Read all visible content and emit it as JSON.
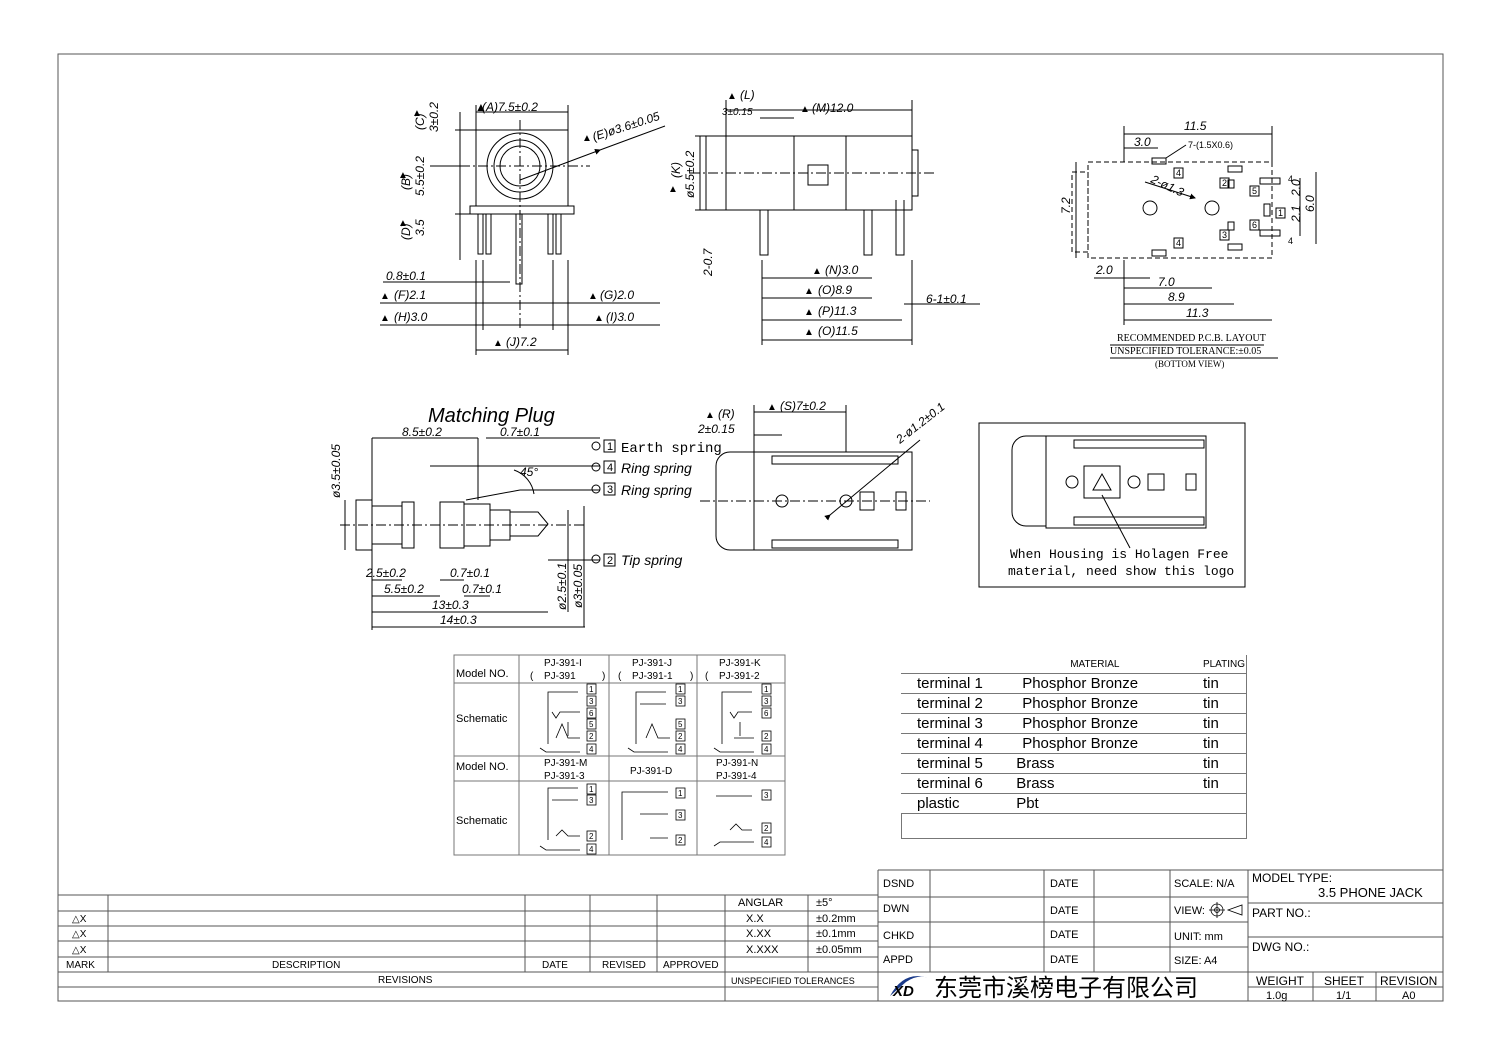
{
  "front_view": {
    "dim_a": "(A)7.5±0.2",
    "dim_c": "(C)",
    "dim_c_val": "3±0.2",
    "dim_b": "(B)",
    "dim_b_val": "5.5±0.2",
    "dim_d": "(D)",
    "dim_d_val": "3.5",
    "dim_e": "(E)ø3.6±0.05",
    "dim_08": "0.8±0.1",
    "dim_f": "(F)2.1",
    "dim_g": "(G)2.0",
    "dim_h": "(H)3.0",
    "dim_i": "(I)3.0",
    "dim_j": "(J)7.2"
  },
  "side_view": {
    "dim_l": "(L)",
    "dim_l_val": "3±0.15",
    "dim_m": "(M)12.0",
    "dim_k": "(K)",
    "dim_k_val": "ø5.5±0.2",
    "dim_207": "2-0.7",
    "dim_n": "(N)3.0",
    "dim_o": "(O)8.9",
    "dim_p": "(P)11.3",
    "dim_q": "(O)11.5",
    "dim_61": "6-1±0.1"
  },
  "pcb_layout": {
    "dim_115": "11.5",
    "dim_30": "3.0",
    "dim_holes": "7-(1.5X0.6)",
    "dim_2phi": "2-ø1.3",
    "dim_72": "7.2",
    "dim_20": "2.0",
    "dim_70": "7.0",
    "dim_89": "8.9",
    "dim_113": "11.3",
    "dim_21": "2.1",
    "dim_20b": "2.0",
    "dim_60": "6.0",
    "pad_labels": [
      "4",
      "2",
      "5",
      "1",
      "6",
      "4",
      "3",
      "4",
      "4"
    ],
    "title": "RECOMMENDED P.C.B. LAYOUT",
    "tolerance": "UNSPECIFIED TOLERANCE:±0.05",
    "view": "(BOTTOM VIEW)"
  },
  "plug": {
    "title": "Matching Plug",
    "dim_85": "8.5±0.2",
    "dim_07": "0.7±0.1",
    "dim_dia": "ø3.5±0.05",
    "angle": "45°",
    "dim_25": "2.5±0.2",
    "dim_55": "5.5±0.2",
    "dim_07b": "0.7±0.1",
    "dim_07c": "0.7±0.1",
    "dim_13": "13±0.3",
    "dim_14": "14±0.3",
    "dim_25d": "ø2.5±0.1",
    "dim_3d": "ø3±0.05",
    "springs": [
      {
        "num": "1",
        "label": "Earth spring"
      },
      {
        "num": "4",
        "label": "Ring spring"
      },
      {
        "num": "3",
        "label": "Ring spring"
      },
      {
        "num": "2",
        "label": "Tip spring"
      }
    ]
  },
  "top_view": {
    "dim_r": "(R)",
    "dim_r_val": "2±0.15",
    "dim_s": "(S)7±0.2",
    "dim_hole": "2-ø1.2±0.1"
  },
  "logo_box": {
    "note_line1": "When Housing is Holagen Free",
    "note_line2": "material, need show this logo"
  },
  "model_table": {
    "row_label_model": "Model NO.",
    "row_label_schematic": "Schematic",
    "models_row1": [
      {
        "a": "PJ-391-I",
        "b": "PJ-391"
      },
      {
        "a": "PJ-391-J",
        "b": "PJ-391-1"
      },
      {
        "a": "PJ-391-K",
        "b": "PJ-391-2"
      }
    ],
    "models_row2": [
      {
        "a": "PJ-391-M",
        "b": "PJ-391-3"
      },
      {
        "a": "PJ-391-D",
        "b": ""
      },
      {
        "a": "PJ-391-N",
        "b": "PJ-391-4"
      }
    ],
    "schem_pins": [
      [
        "1",
        "3",
        "6",
        "5",
        "2",
        "4"
      ],
      [
        "1",
        "3",
        "5",
        "2",
        "4"
      ],
      [
        "1",
        "3",
        "6",
        "2",
        "4"
      ],
      [
        "1",
        "3",
        "2",
        "4"
      ],
      [
        "1",
        "3",
        "2"
      ],
      [
        "3",
        "2",
        "4"
      ]
    ]
  },
  "materials": {
    "header_material": "MATERIAL",
    "header_plating": "PLATING",
    "rows": [
      {
        "part": "terminal 1",
        "material": "Phosphor Bronze",
        "plating": "tin"
      },
      {
        "part": "terminal 2",
        "material": "Phosphor Bronze",
        "plating": "tin"
      },
      {
        "part": "terminal 3",
        "material": "Phosphor Bronze",
        "plating": "tin"
      },
      {
        "part": "terminal 4",
        "material": "Phosphor Bronze",
        "plating": "tin"
      },
      {
        "part": "terminal 5",
        "material": "Brass",
        "plating": "tin"
      },
      {
        "part": "terminal 6",
        "material": "Brass",
        "plating": "tin"
      },
      {
        "part": "plastic",
        "material": "Pbt",
        "plating": ""
      }
    ]
  },
  "revisions": {
    "rows": [
      "△X",
      "△X",
      "△X"
    ],
    "col_mark": "MARK",
    "col_description": "DESCRIPTION",
    "col_date": "DATE",
    "col_revised": "REVISED",
    "col_approved": "APPROVED",
    "footer": "REVISIONS"
  },
  "tolerances": {
    "rows": [
      {
        "k": "ANGLAR",
        "v": "±5°"
      },
      {
        "k": "X.X",
        "v": "±0.2mm"
      },
      {
        "k": "X.XX",
        "v": "±0.1mm"
      },
      {
        "k": "X.XXX",
        "v": "±0.05mm"
      }
    ],
    "footer": "UNSPECIFIED TOLERANCES"
  },
  "title_block": {
    "roles": [
      "DSND",
      "DWN",
      "CHKD",
      "APPD"
    ],
    "date_label": "DATE",
    "scale": "SCALE: N/A",
    "view": "VIEW:",
    "unit": "UNIT: mm",
    "size": "SIZE: A4",
    "model_type_label": "MODEL TYPE:",
    "model_type": "3.5 PHONE JACK",
    "part_no_label": "PART NO.:",
    "dwg_no_label": "DWG NO.:",
    "company": "东莞市溪榜电子有限公司",
    "logo_text": "XD",
    "weight_label": "WEIGHT",
    "weight": "1.0g",
    "sheet_label": "SHEET",
    "sheet": "1/1",
    "revision_label": "REVISION",
    "revision": "A0"
  }
}
